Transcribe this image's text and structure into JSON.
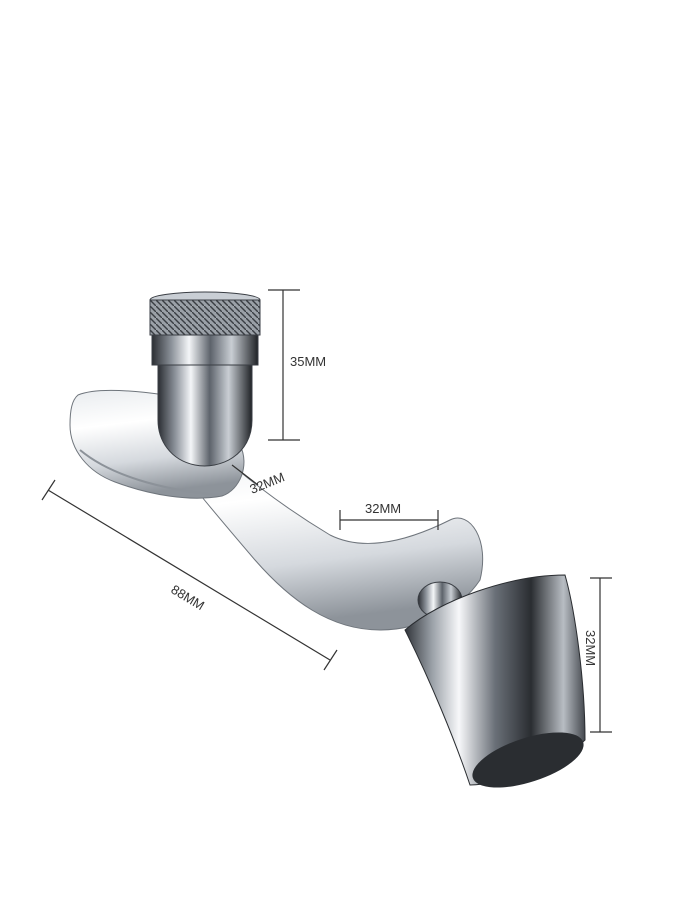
{
  "product": "swivel faucet aerator",
  "colors": {
    "chrome_dark": "#2b2e33",
    "chrome_light": "#f4f6f8",
    "dimension_line": "#333333",
    "watermark": "#7fd6e6"
  },
  "dimensions": {
    "thread_height": "35MM",
    "elbow_joint": "32MM",
    "arm_link": "32MM",
    "nozzle_height": "32MM",
    "overall_length": "88MM"
  }
}
